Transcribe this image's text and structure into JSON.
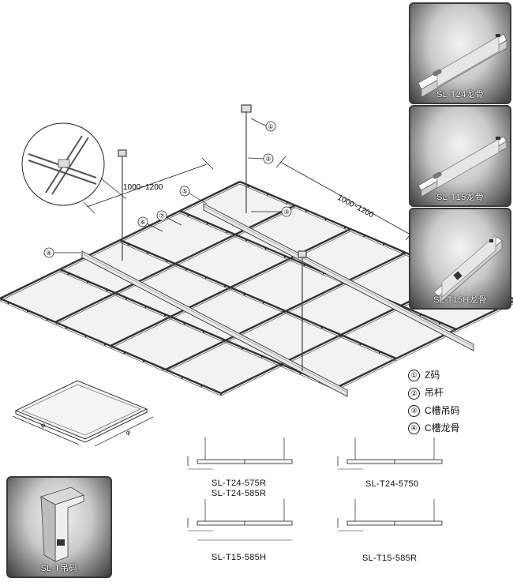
{
  "dimensions": {
    "span_a": "1000~1200",
    "span_b": "1000~1200"
  },
  "callouts": [
    "①",
    "②",
    "③",
    "④",
    "⑤",
    "⑥",
    "⑦"
  ],
  "legend": [
    {
      "num": "①",
      "label": "Z码"
    },
    {
      "num": "②",
      "label": "吊杆"
    },
    {
      "num": "③",
      "label": "C槽吊码"
    },
    {
      "num": "④",
      "label": "C槽龙骨"
    }
  ],
  "photos": {
    "t24": "SL-T24龙骨",
    "t15": "SL-T15龙骨",
    "t15h": "SL-T15H龙骨",
    "tclip": "SL-T吊码"
  },
  "models": {
    "m1a": "SL-T24-575R",
    "m1b": "SL-T24-585R",
    "m2": "SL-T24-5750",
    "m3": "SL-T15-585H",
    "m4": "SL-T15-585R"
  }
}
